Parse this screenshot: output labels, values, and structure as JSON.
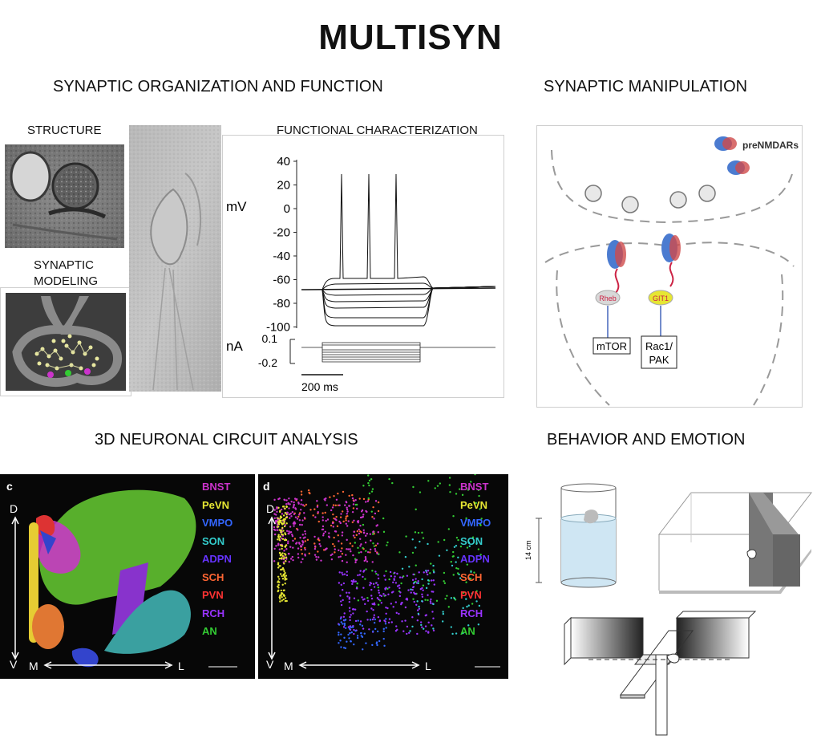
{
  "title": "MULTISYN",
  "sections": {
    "synaptic_org": "SYNAPTIC ORGANIZATION AND FUNCTION",
    "synaptic_manip": "SYNAPTIC MANIPULATION",
    "circuit": "3D NEURONAL CIRCUIT ANALYSIS",
    "behavior": "BEHAVIOR AND EMOTION"
  },
  "structure": {
    "label": "STRUCTURE"
  },
  "modeling": {
    "label_line1": "SYNAPTIC",
    "label_line2": "MODELING"
  },
  "functional": {
    "label": "FUNCTIONAL CHARACTERIZATION",
    "mv_unit": "mV",
    "na_unit": "nA",
    "mv_ticks": [
      "40",
      "20",
      "0",
      "-20",
      "-40",
      "-60",
      "-80",
      "-100"
    ],
    "na_ticks": [
      "0.1",
      "-0.2"
    ],
    "scalebar": "200 ms"
  },
  "manipulation": {
    "pre_label": "preNMDARs",
    "rheb": "Rheb",
    "git1": "GIT1",
    "mtor": "mTOR",
    "rac1_line1": "Rac1/",
    "rac1_line2": "PAK"
  },
  "circuit_panels": [
    {
      "letter": "c",
      "regions": [
        "BNST",
        "PeVN",
        "VMPO",
        "SON",
        "ADPN",
        "SCH",
        "PVN",
        "RCH",
        "AN"
      ],
      "d": "D",
      "v": "V",
      "m": "M",
      "l": "L"
    },
    {
      "letter": "d",
      "regions": [
        "BNST",
        "PeVN",
        "VMPO",
        "SON",
        "ADPN",
        "SCH",
        "PVN",
        "RCH",
        "AN"
      ],
      "d": "D",
      "v": "V",
      "m": "M",
      "l": "L"
    }
  ],
  "region_colors": [
    "#cc33cc",
    "#e6e633",
    "#3366ff",
    "#33cccc",
    "#6633ff",
    "#ff6633",
    "#ff3333",
    "#9933ff",
    "#33cc33"
  ],
  "behavior": {
    "depth_label": "14 cm"
  }
}
